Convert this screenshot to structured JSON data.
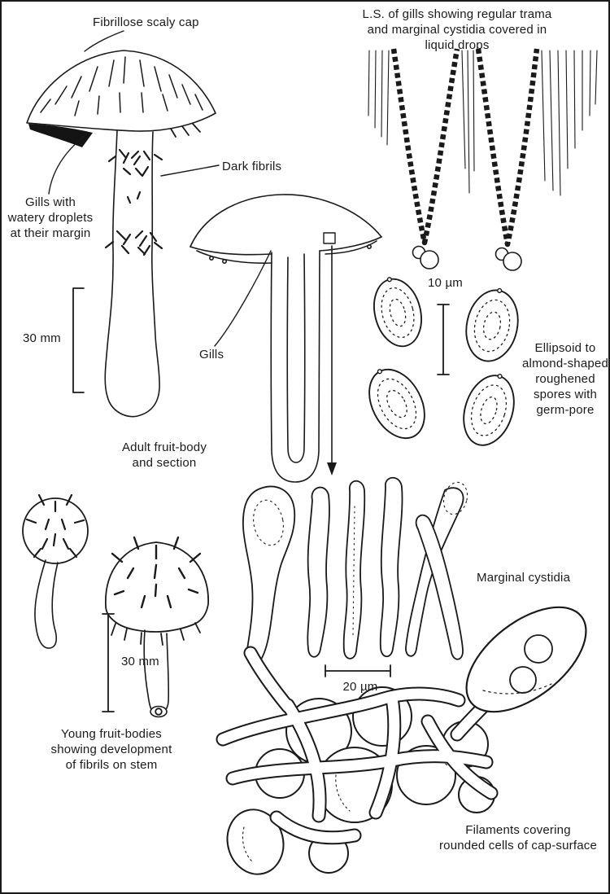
{
  "page": {
    "background": "#ffffff",
    "ink": "#1a1a1a"
  },
  "gill_ls_figure": {
    "title_lines": [
      "L.S. of gills showing regular trama",
      "and marginal cystidia covered in",
      "liquid drops"
    ]
  },
  "adult_figure": {
    "cap_label": "Fibrillose scaly cap",
    "dark_fibrils_label": "Dark fibrils",
    "gill_droplets_lines": [
      "Gills with",
      "watery droplets",
      "at their margin"
    ],
    "scale_label": "30 mm",
    "gills_label": "Gills",
    "caption_lines": [
      "Adult fruit-body",
      "and section"
    ]
  },
  "spores_figure": {
    "scale_label": "10 µm",
    "caption_lines": [
      "Ellipsoid to",
      "almond-shaped",
      "roughened",
      "spores with",
      "germ-pore"
    ]
  },
  "cystidia_figure": {
    "label": "Marginal cystidia",
    "scale_label": "20 µm"
  },
  "young_figure": {
    "scale_label": "30 mm",
    "caption_lines": [
      "Young fruit-bodies",
      "showing development",
      "of fibrils on stem"
    ]
  },
  "cap_surface_figure": {
    "caption_lines": [
      "Filaments covering",
      "rounded cells of cap-surface"
    ]
  }
}
